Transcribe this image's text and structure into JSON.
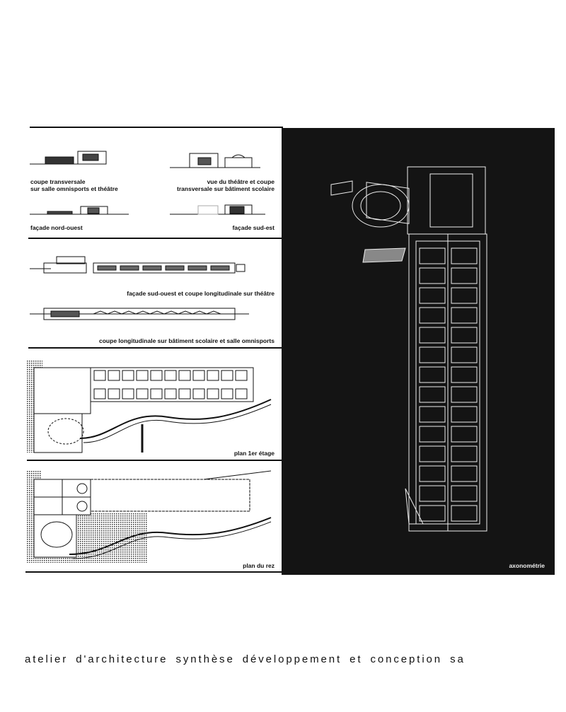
{
  "drawings": {
    "coupe_transversale_l1": "coupe transversale",
    "coupe_transversale_l2": "sur salle omnisports et théâtre",
    "vue_theatre_l1": "vue du théâtre et coupe",
    "vue_theatre_l2": "transversale sur bâtiment scolaire",
    "facade_nord_ouest": "façade nord-ouest",
    "facade_sud_est": "façade sud-est",
    "facade_sud_ouest": "façade sud-ouest et coupe longitudinale sur théâtre",
    "coupe_longitudinale": "coupe longitudinale sur bâtiment scolaire et salle omnisports",
    "plan_etage": "plan 1er étage",
    "plan_rez": "plan du rez",
    "axonometrie": "axonométrie"
  },
  "footer": "atelier d'architecture synthèse développement et conception sa"
}
